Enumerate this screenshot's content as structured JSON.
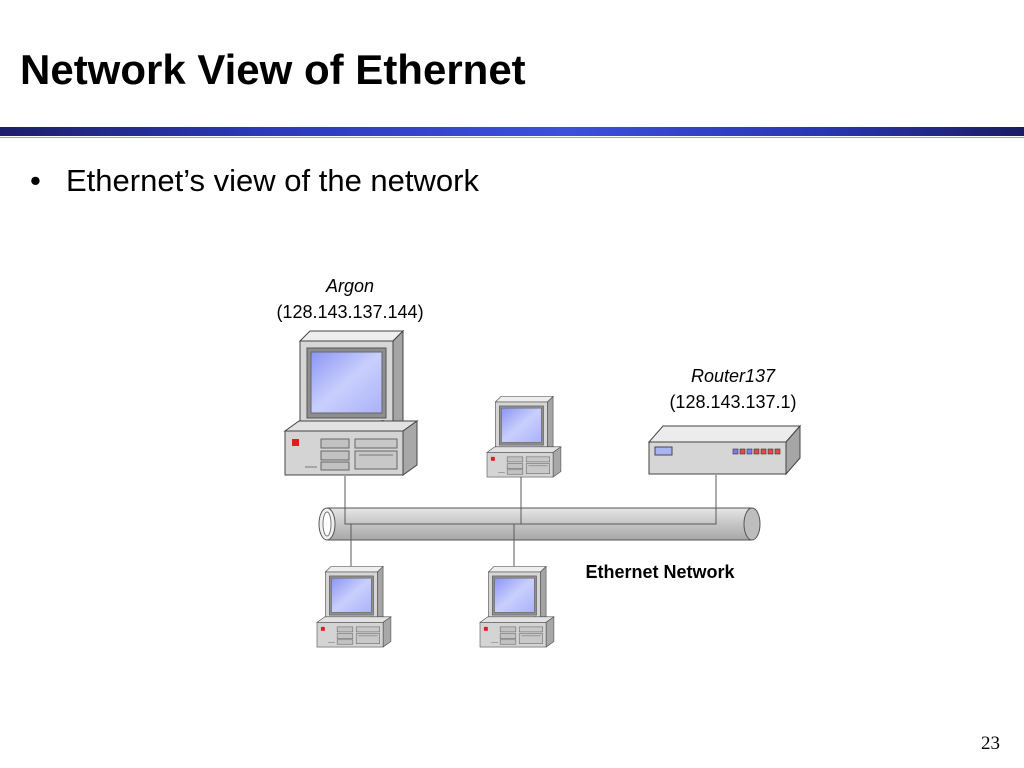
{
  "slide": {
    "title": "Network View of Ethernet",
    "bullet": "Ethernet’s view of the network",
    "page_number": "23"
  },
  "diagram": {
    "hosts": [
      {
        "name": "Argon",
        "address": "(128.143.137.144)",
        "icon": "desktop-computer-icon"
      },
      {
        "name": "",
        "address": "",
        "icon": "desktop-computer-icon"
      },
      {
        "name": "",
        "address": "",
        "icon": "desktop-computer-icon"
      },
      {
        "name": "",
        "address": "",
        "icon": "desktop-computer-icon"
      }
    ],
    "router": {
      "name": "Router137",
      "address": "(128.143.137.1)",
      "icon": "router-icon"
    },
    "network_label": "Ethernet Network",
    "colors": {
      "screen": "#9fa8ff",
      "case": "#d4d4d4",
      "cable": "#c4c4c4",
      "title_bar": "#2b38b8"
    }
  }
}
